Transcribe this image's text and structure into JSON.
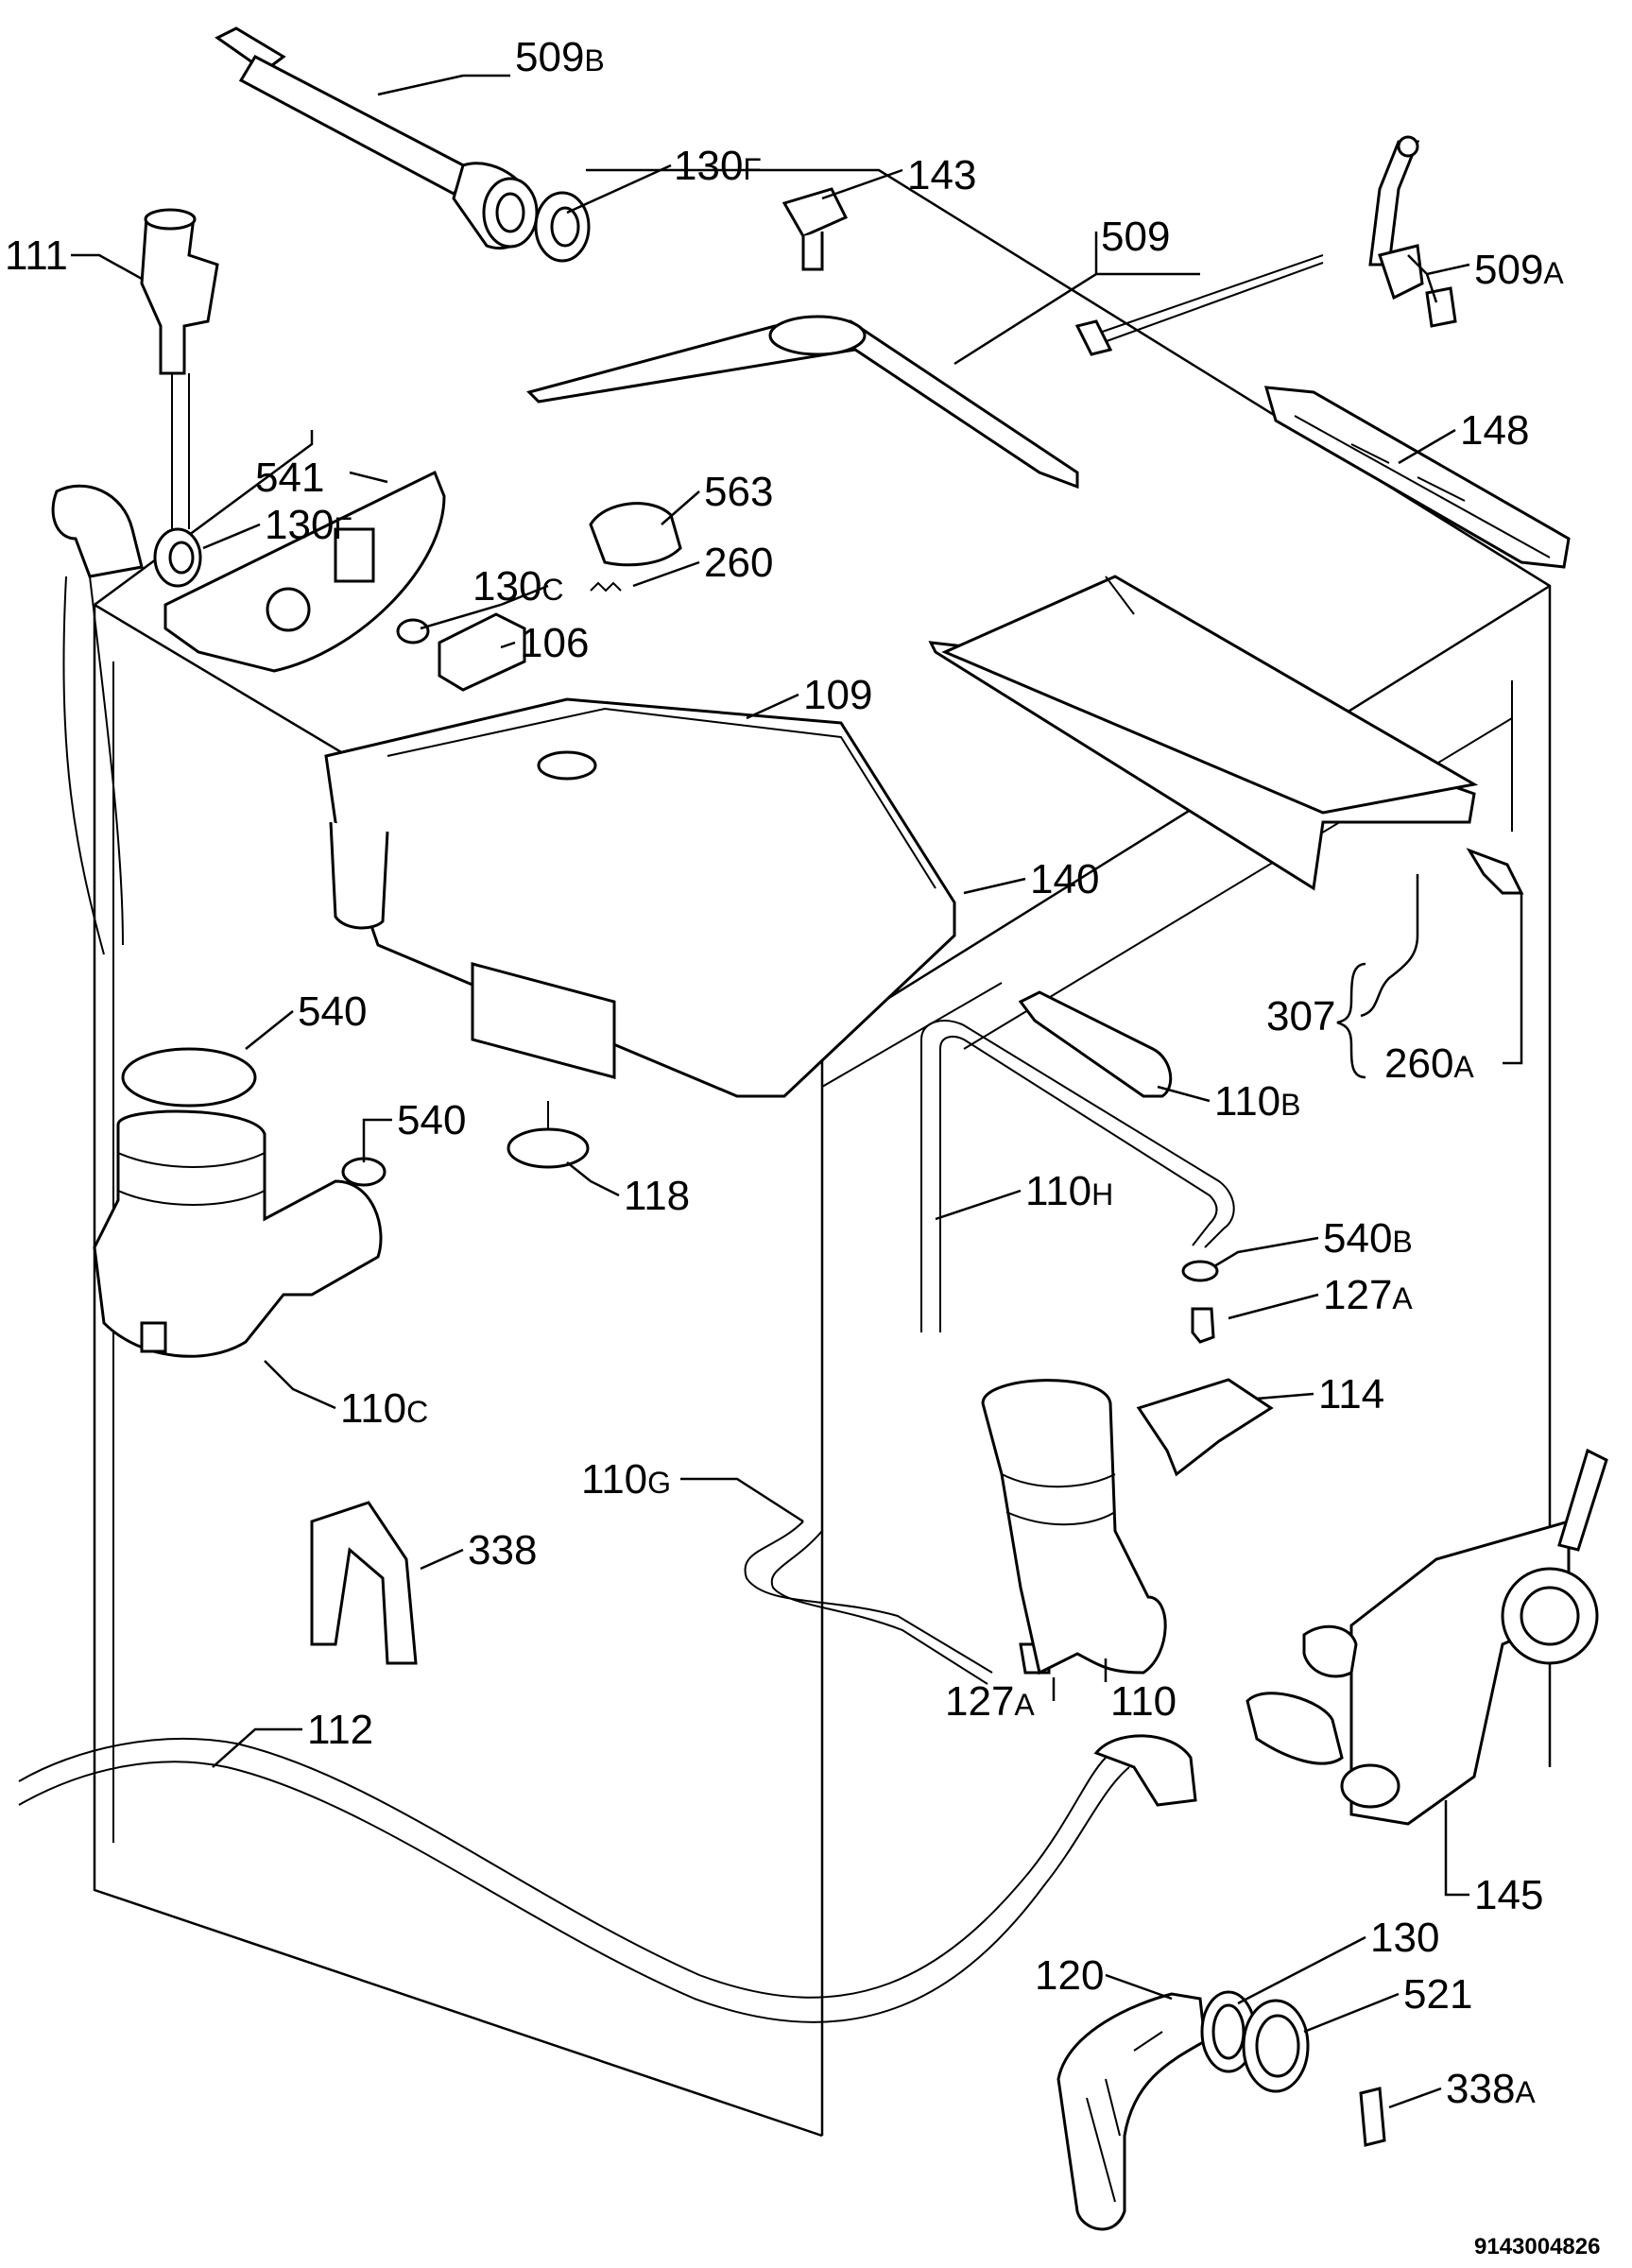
{
  "parts": [
    {
      "key": "p509b",
      "num": "509",
      "suffix": "B"
    },
    {
      "key": "p130f_top",
      "num": "130",
      "suffix": "F"
    },
    {
      "key": "p143",
      "num": "143",
      "suffix": ""
    },
    {
      "key": "p111",
      "num": "111",
      "suffix": ""
    },
    {
      "key": "p509",
      "num": "509",
      "suffix": ""
    },
    {
      "key": "p509a",
      "num": "509",
      "suffix": "A"
    },
    {
      "key": "p148",
      "num": "148",
      "suffix": ""
    },
    {
      "key": "p541",
      "num": "541",
      "suffix": ""
    },
    {
      "key": "p563",
      "num": "563",
      "suffix": ""
    },
    {
      "key": "p130f_mid",
      "num": "130",
      "suffix": "F"
    },
    {
      "key": "p260",
      "num": "260",
      "suffix": ""
    },
    {
      "key": "p130c",
      "num": "130",
      "suffix": "C"
    },
    {
      "key": "p106",
      "num": "106",
      "suffix": ""
    },
    {
      "key": "p109",
      "num": "109",
      "suffix": ""
    },
    {
      "key": "p140",
      "num": "140",
      "suffix": ""
    },
    {
      "key": "p540_a",
      "num": "540",
      "suffix": ""
    },
    {
      "key": "p307",
      "num": "307",
      "suffix": ""
    },
    {
      "key": "p260a",
      "num": "260",
      "suffix": "A"
    },
    {
      "key": "p540_b",
      "num": "540",
      "suffix": ""
    },
    {
      "key": "p110b",
      "num": "110",
      "suffix": "B"
    },
    {
      "key": "p118",
      "num": "118",
      "suffix": ""
    },
    {
      "key": "p110h",
      "num": "110",
      "suffix": "H"
    },
    {
      "key": "p540b",
      "num": "540",
      "suffix": "B"
    },
    {
      "key": "p127a_top",
      "num": "127",
      "suffix": "A"
    },
    {
      "key": "p110c",
      "num": "110",
      "suffix": "C"
    },
    {
      "key": "p114",
      "num": "114",
      "suffix": ""
    },
    {
      "key": "p110g",
      "num": "110",
      "suffix": "G"
    },
    {
      "key": "p338",
      "num": "338",
      "suffix": ""
    },
    {
      "key": "p127a_bot",
      "num": "127",
      "suffix": "A"
    },
    {
      "key": "p110",
      "num": "110",
      "suffix": ""
    },
    {
      "key": "p112",
      "num": "112",
      "suffix": ""
    },
    {
      "key": "p145",
      "num": "145",
      "suffix": ""
    },
    {
      "key": "p130",
      "num": "130",
      "suffix": ""
    },
    {
      "key": "p120",
      "num": "120",
      "suffix": ""
    },
    {
      "key": "p521",
      "num": "521",
      "suffix": ""
    },
    {
      "key": "p338a",
      "num": "338",
      "suffix": "A"
    }
  ],
  "reference_code": "9143004826"
}
